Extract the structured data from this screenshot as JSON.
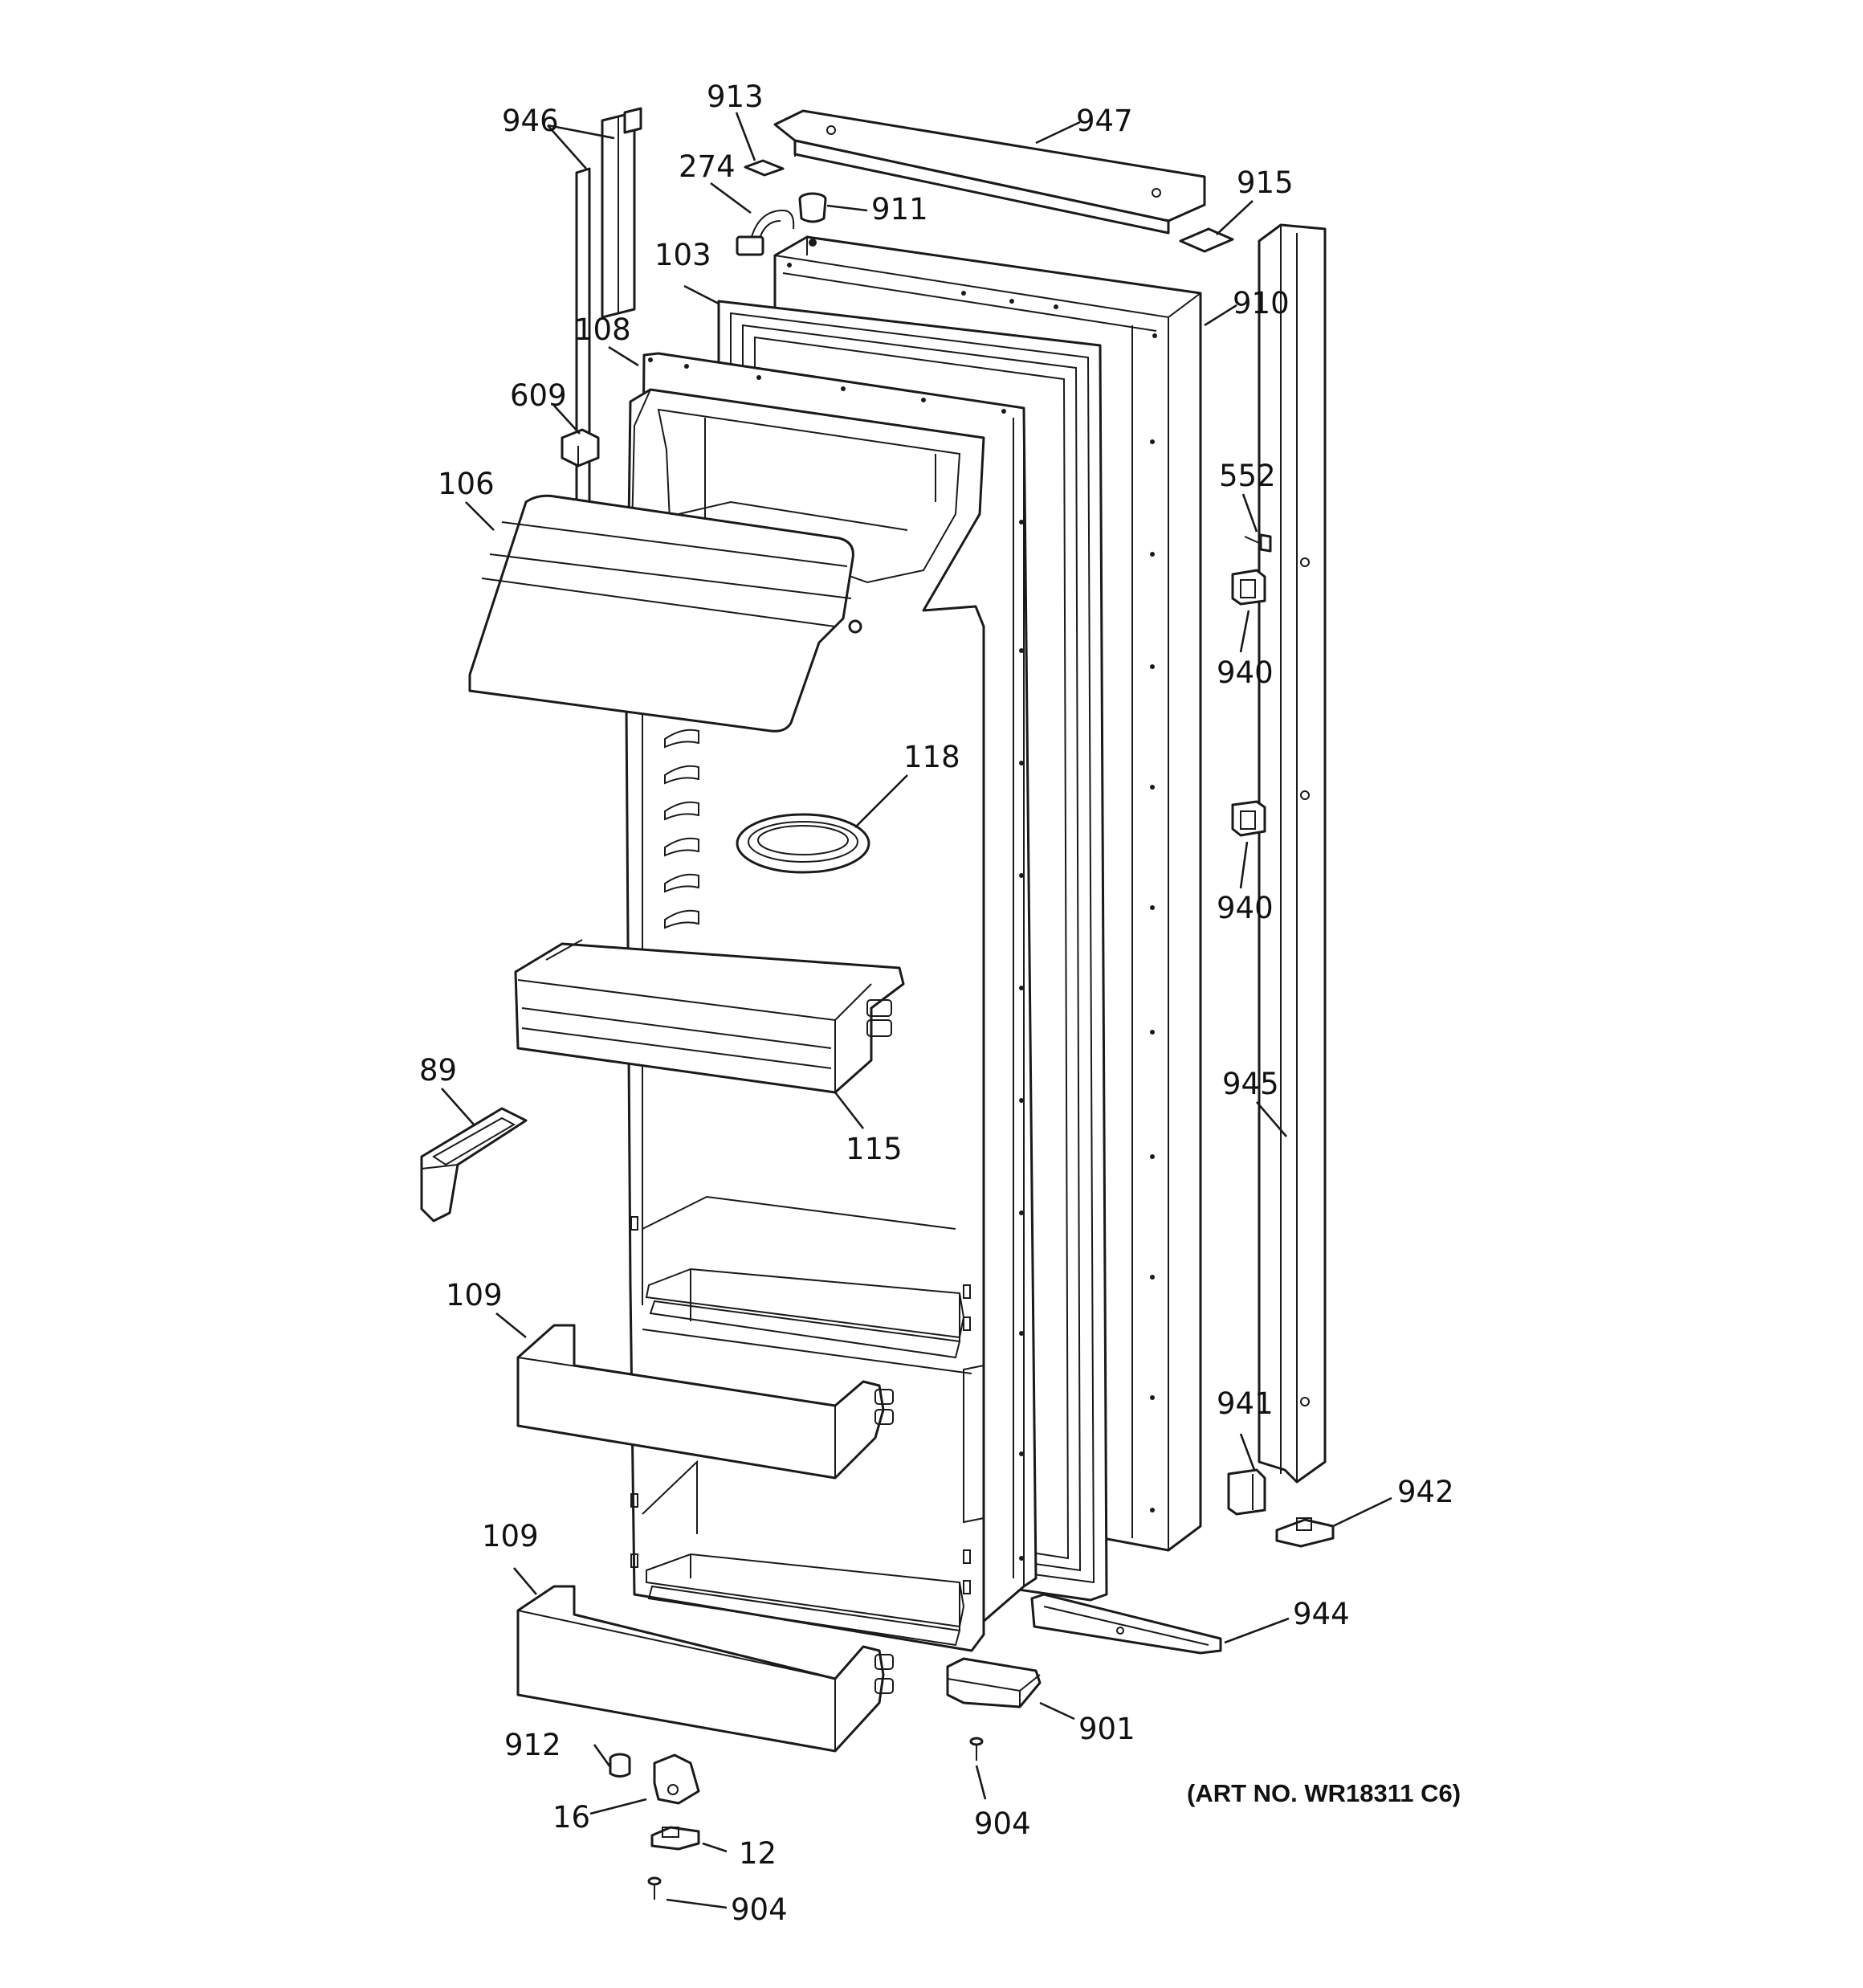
{
  "art_number": "(ART NO. WR18311 C6)",
  "callouts": {
    "c946": "946",
    "c913": "913",
    "c947": "947",
    "c274": "274",
    "c911": "911",
    "c915": "915",
    "c103": "103",
    "c910": "910",
    "c108": "108",
    "c609": "609",
    "c552": "552",
    "c106": "106",
    "c940a": "940",
    "c118": "118",
    "c940b": "940",
    "c89": "89",
    "c115": "115",
    "c945": "945",
    "c109a": "109",
    "c941": "941",
    "c942": "942",
    "c109b": "109",
    "c944": "944",
    "c901": "901",
    "c912": "912",
    "c16": "16",
    "c904a": "904",
    "c12": "12",
    "c904b": "904"
  }
}
